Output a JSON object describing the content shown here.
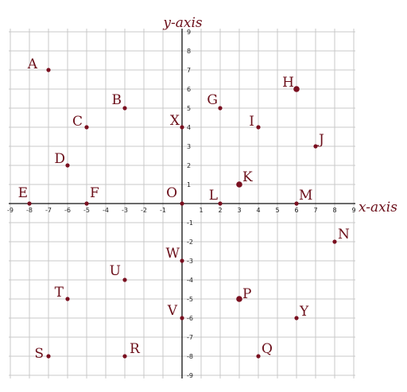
{
  "chart_data": {
    "type": "scatter",
    "title": "",
    "xlabel": "x-axis",
    "ylabel": "y-axis",
    "xlim": [
      -9,
      9
    ],
    "ylim": [
      -9,
      9
    ],
    "grid": true,
    "x_ticks": [
      "-9",
      "-8",
      "-7",
      "-6",
      "-5",
      "-4",
      "-3",
      "-2",
      "-1",
      "1",
      "2",
      "3",
      "4",
      "5",
      "6",
      "7",
      "8",
      "9"
    ],
    "y_ticks": [
      "9",
      "8",
      "7",
      "6",
      "5",
      "4",
      "3",
      "2",
      "1",
      "-1",
      "-2",
      "-3",
      "-4",
      "-5",
      "-6",
      "-7",
      "-8",
      "-9"
    ],
    "point_color": "#7a1020",
    "points": [
      {
        "label": "A",
        "x": -7,
        "y": 7
      },
      {
        "label": "B",
        "x": -3,
        "y": 5
      },
      {
        "label": "C",
        "x": -5,
        "y": 4
      },
      {
        "label": "D",
        "x": -6,
        "y": 2
      },
      {
        "label": "E",
        "x": -8,
        "y": 0
      },
      {
        "label": "F",
        "x": -5,
        "y": 0
      },
      {
        "label": "G",
        "x": 2,
        "y": 5
      },
      {
        "label": "H",
        "x": 6,
        "y": 6
      },
      {
        "label": "I",
        "x": 4,
        "y": 4
      },
      {
        "label": "J",
        "x": 7,
        "y": 3
      },
      {
        "label": "K",
        "x": 3,
        "y": 1
      },
      {
        "label": "L",
        "x": 2,
        "y": 0
      },
      {
        "label": "M",
        "x": 6,
        "y": 0
      },
      {
        "label": "N",
        "x": 8,
        "y": -2
      },
      {
        "label": "O",
        "x": 0,
        "y": 0
      },
      {
        "label": "P",
        "x": 3,
        "y": -5
      },
      {
        "label": "Q",
        "x": 4,
        "y": -8
      },
      {
        "label": "R",
        "x": -3,
        "y": -8
      },
      {
        "label": "S",
        "x": -7,
        "y": -8
      },
      {
        "label": "T",
        "x": -6,
        "y": -5
      },
      {
        "label": "U",
        "x": -3,
        "y": -4
      },
      {
        "label": "V",
        "x": 0,
        "y": -6
      },
      {
        "label": "W",
        "x": 0,
        "y": -3
      },
      {
        "label": "X",
        "x": 0,
        "y": 4
      },
      {
        "label": "Y",
        "x": 6,
        "y": -6
      }
    ]
  }
}
